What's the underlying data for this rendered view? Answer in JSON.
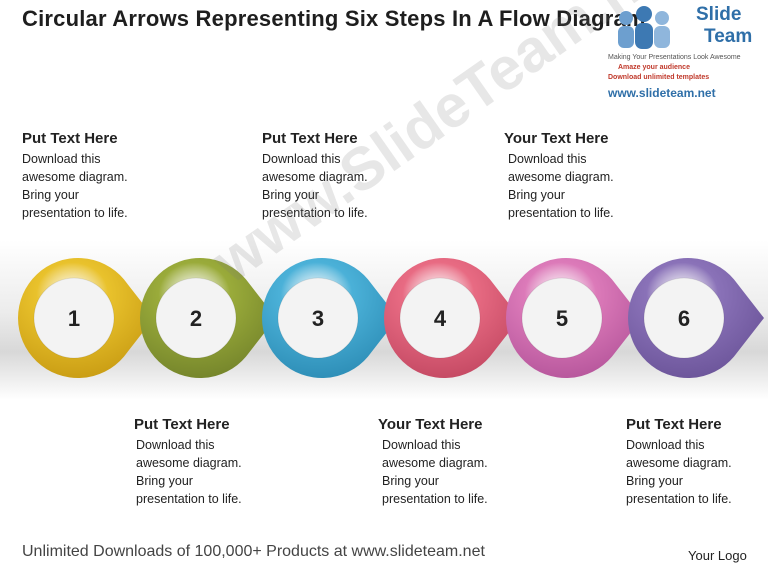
{
  "title": "Circular Arrows Representing Six Steps In A Flow Diagram",
  "logo": {
    "brand_line1": "Slide",
    "brand_line2": "Team",
    "tagline": "Making Your Presentations Look Awesome",
    "tagline2": "Amaze your audience",
    "tagline3": "Download unlimited templates",
    "url": "www.slideteam.net",
    "icon": "people-icon"
  },
  "watermark": "www.SlideTeam.net",
  "steps": [
    {
      "number": "1",
      "color": "#e9c22c",
      "dark": "#c79a12"
    },
    {
      "number": "2",
      "color": "#9aab3a",
      "dark": "#72822a"
    },
    {
      "number": "3",
      "color": "#4bb1d8",
      "dark": "#2b8bb4"
    },
    {
      "number": "4",
      "color": "#e86b83",
      "dark": "#c24761"
    },
    {
      "number": "5",
      "color": "#dc7ab9",
      "dark": "#b4549a"
    },
    {
      "number": "6",
      "color": "#8a72b8",
      "dark": "#6a5398"
    }
  ],
  "top_texts": [
    {
      "heading": "Put Text Here",
      "lines": [
        "Download this",
        "awesome diagram.",
        "Bring your",
        "presentation to life."
      ]
    },
    {
      "heading": "Put Text Here",
      "lines": [
        "Download this",
        "awesome diagram.",
        "Bring your",
        "presentation to life."
      ]
    },
    {
      "heading": "Your Text Here",
      "lines": [
        "Download this",
        "awesome diagram.",
        "Bring your",
        "presentation to life."
      ]
    }
  ],
  "bottom_texts": [
    {
      "heading": "Put Text Here",
      "lines": [
        "Download this",
        "awesome diagram.",
        "Bring your",
        "presentation to life."
      ]
    },
    {
      "heading": "Your Text Here",
      "lines": [
        "Download this",
        "awesome diagram.",
        "Bring your",
        "presentation to life."
      ]
    },
    {
      "heading": "Put Text Here",
      "lines": [
        "Download this",
        "awesome diagram.",
        "Bring your",
        "presentation to life."
      ]
    }
  ],
  "footer": "Unlimited Downloads of 100,000+ Products at www.slideteam.net",
  "your_logo": "Your Logo"
}
